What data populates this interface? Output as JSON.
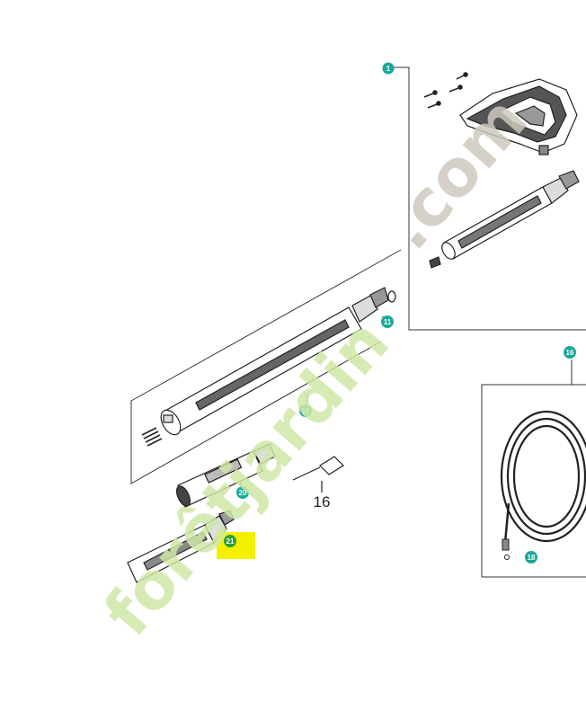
{
  "diagram": {
    "callouts": [
      {
        "id": "c1",
        "label": "1"
      },
      {
        "id": "c11",
        "label": "11"
      },
      {
        "id": "c10",
        "label": "10"
      },
      {
        "id": "c20",
        "label": "20"
      },
      {
        "id": "c21",
        "label": "21"
      },
      {
        "id": "c16",
        "label": "16"
      },
      {
        "id": "c18",
        "label": "18"
      }
    ],
    "plain_label": "16"
  },
  "watermark": {
    "part1": "forêtjardin",
    "part2": ".com"
  },
  "colors": {
    "callout": "#1aa89a",
    "callout_highlighted": "#2aa03a",
    "highlight": "#f4f000",
    "watermark_green": "#cfe8a6",
    "watermark_orange": "#f5c89a",
    "watermark_gray": "#cfc9bf",
    "line": "#222222"
  }
}
